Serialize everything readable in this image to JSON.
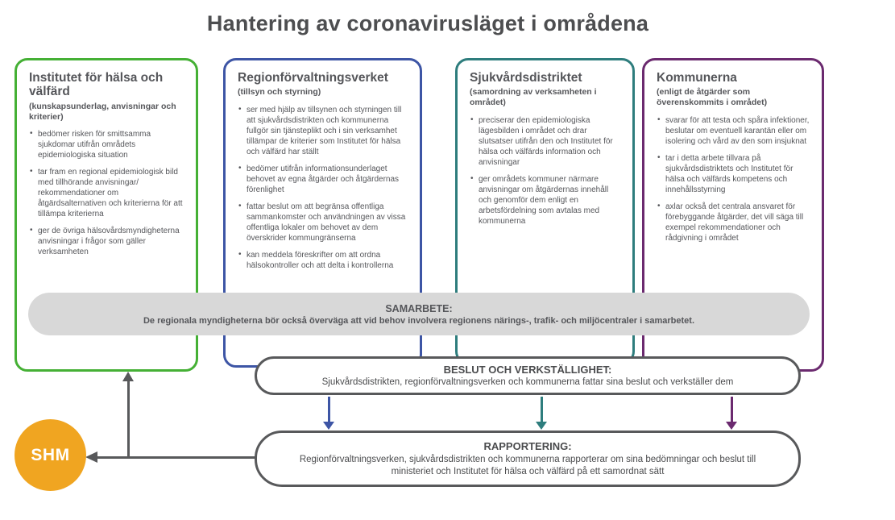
{
  "title": "Hantering av coronavirusläget i områdena",
  "columns": [
    {
      "heading": "Institutet för hälsa och välfärd",
      "subtitle": "(kunskapsunderlag, anvisningar och kriterier)",
      "color": "#45b035",
      "bullets": [
        "bedömer risken för smittsamma sjukdomar utifrån områdets epidemiologiska situation",
        "tar fram en regional epidemiologisk bild med tillhörande anvisningar/ rekommendationer om åtgärdsalternativen och kriterierna för att tillämpa kriterierna",
        "ger de övriga hälsovårdsmyndigheterna anvisningar i frågor som gäller verksamheten"
      ]
    },
    {
      "heading": "Regionförvaltningsverket",
      "subtitle": "(tillsyn och styrning)",
      "color": "#3d55a5",
      "bullets": [
        "ser med hjälp av tillsynen och styrningen till att sjukvårdsdistrikten och kommunerna fullgör sin tjänsteplikt och i sin verksamhet tillämpar de kriterier som Institutet för hälsa och välfärd har ställt",
        "bedömer utifrån informationsunderlaget behovet av egna åtgärder och åtgärdernas förenlighet",
        "fattar beslut om att begränsa offentliga sammankomster och användningen av vissa offentliga lokaler om behovet av dem överskrider kommungränserna",
        "kan meddela föreskrifter om att ordna hälsokontroller och att delta i kontrollerna"
      ]
    },
    {
      "heading": "Sjukvårdsdistriktet",
      "subtitle": "(samordning av verksamheten i området)",
      "color": "#2e7d7d",
      "bullets": [
        "preciserar den epidemiologiska lägesbilden i området och drar slutsatser utifrån den och Institutet för hälsa och välfärds information och anvisningar",
        "ger områdets kommuner närmare anvisningar om åtgärdernas innehåll och genomför dem enligt en arbetsfördelning som avtalas med kommunerna"
      ]
    },
    {
      "heading": "Kommunerna",
      "subtitle": "(enligt de åtgärder som överenskommits i området)",
      "color": "#6b2a6f",
      "bullets": [
        "svarar för att testa och spåra infektioner, beslutar om eventuell karantän eller om isolering och vård av den som insjuknat",
        "tar i detta arbete tillvara på sjukvårdsdistriktets och Institutet för hälsa och välfärds kompetens och innehållsstyrning",
        "axlar också det centrala ansvaret för förebyggande åtgärder, det vill säga till exempel rekommendationer och rådgivning i området"
      ]
    }
  ],
  "samarbete": {
    "heading": "SAMARBETE:",
    "text": "De regionala myndigheterna bör också överväga att vid behov involvera regionens närings-, trafik- och miljöcentraler i samarbetet."
  },
  "beslut": {
    "heading": "BESLUT OCH VERKSTÄLLIGHET:",
    "text": "Sjukvårdsdistrikten, regionförvaltningsverken och kommunerna fattar sina beslut och verkställer dem"
  },
  "rapportering": {
    "heading": "RAPPORTERING:",
    "text": "Regionförvaltningsverken, sjukvårdsdistrikten och kommunerna rapporterar om sina bedömningar och beslut till ministeriet och Institutet för hälsa och välfärd på ett samordnat sätt"
  },
  "shm": {
    "label": "SHM",
    "color": "#f0a521"
  },
  "arrow_colors": {
    "regionforvaltningsverket": "#3d55a5",
    "sjukvardsdistriktet": "#2e7d7d",
    "kommunerna": "#6b2a6f",
    "rapportering_till_shm": "#58595b"
  }
}
